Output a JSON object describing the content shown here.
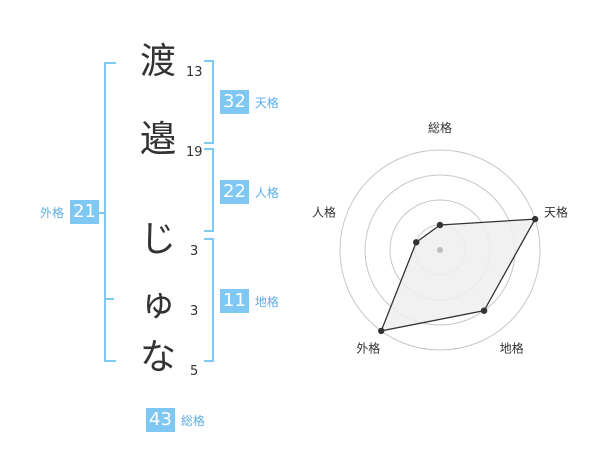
{
  "name": {
    "chars": [
      {
        "char": "渡",
        "strokes": "13"
      },
      {
        "char": "邉",
        "strokes": "19"
      },
      {
        "char": "じ",
        "strokes": "3"
      },
      {
        "char": "ゅ",
        "strokes": "3"
      },
      {
        "char": "な",
        "strokes": "5"
      }
    ]
  },
  "fortune": {
    "tenkaku": {
      "label": "天格",
      "value": "32"
    },
    "jinkaku": {
      "label": "人格",
      "value": "22"
    },
    "chikaku": {
      "label": "地格",
      "value": "11"
    },
    "gaikaku": {
      "label": "外格",
      "value": "21"
    },
    "soukaku": {
      "label": "総格",
      "value": "43"
    }
  },
  "colors": {
    "accent": "#7ec8f3",
    "label": "#5aaee6"
  },
  "chart_data": {
    "type": "radar",
    "axes": [
      "総格",
      "天格",
      "地格",
      "外格",
      "人格"
    ],
    "values": [
      1,
      4,
      3,
      4,
      1
    ],
    "rmax": 4,
    "rings": 4
  }
}
